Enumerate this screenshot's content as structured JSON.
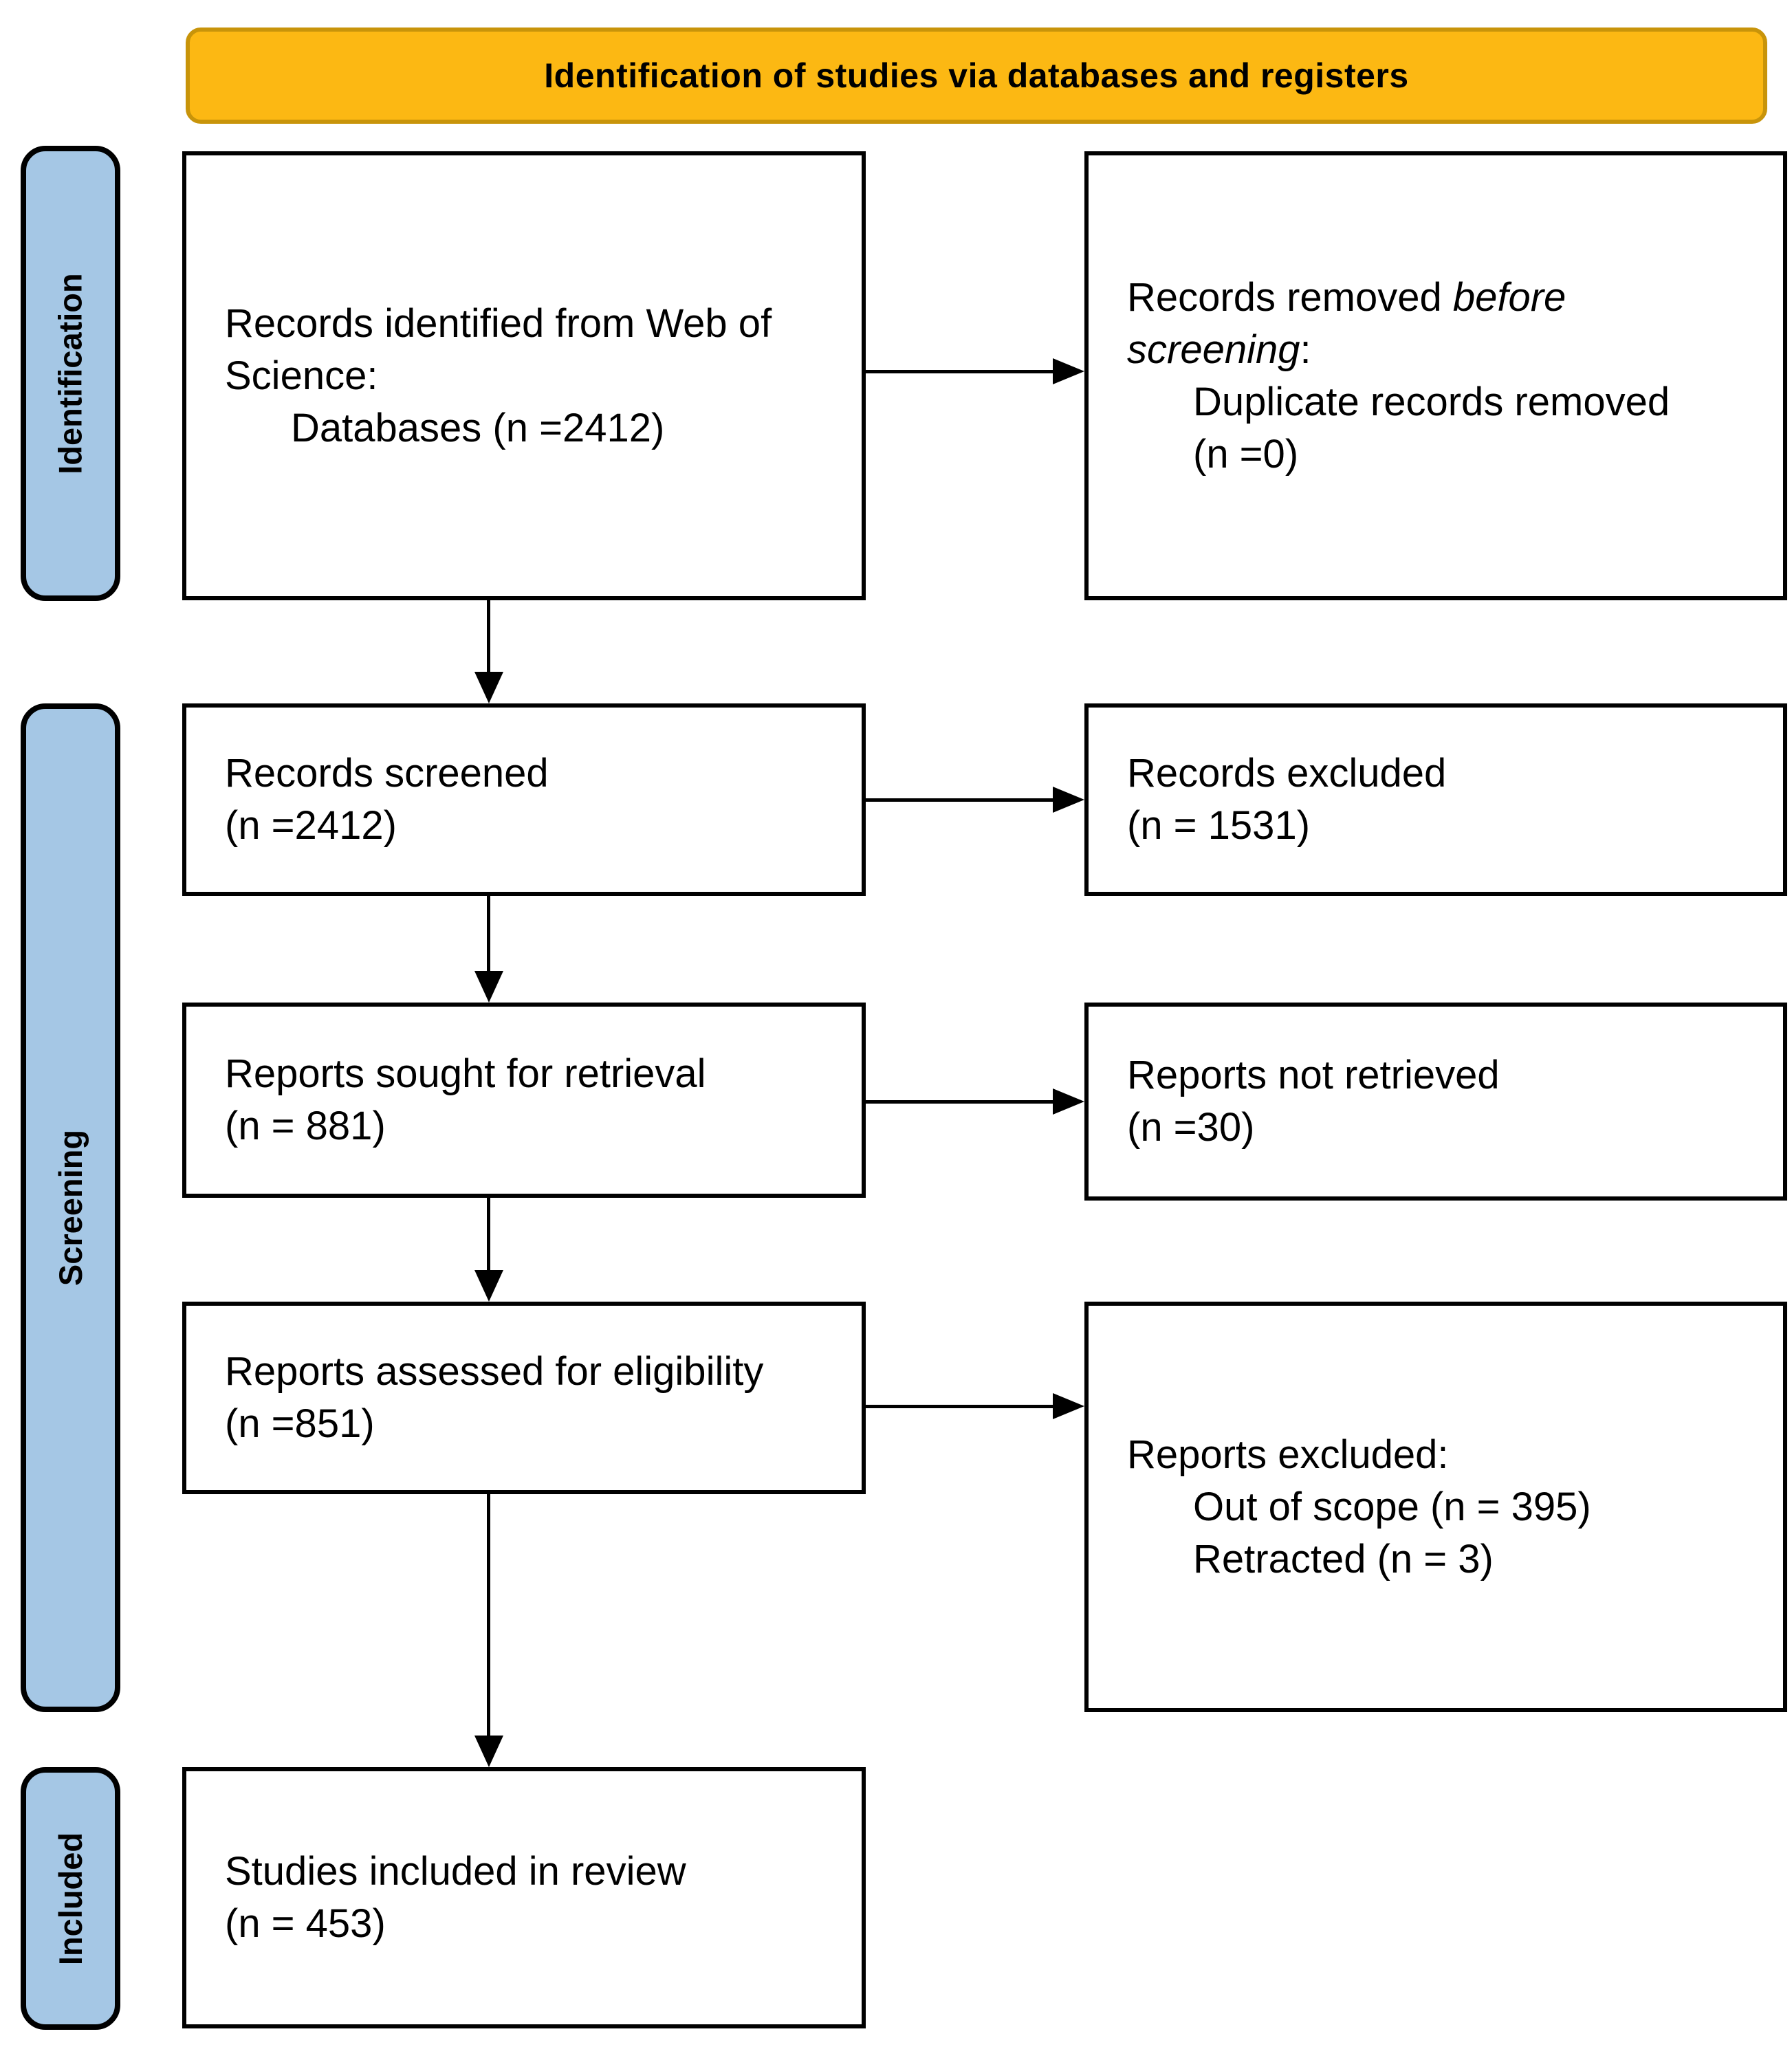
{
  "banner": {
    "title": "Identification of studies via databases and registers"
  },
  "stages": {
    "identification": "Identification",
    "screening": "Screening",
    "included": "Included"
  },
  "boxes": {
    "records_identified": {
      "line1": "Records identified from Web of",
      "line2": "Science:",
      "line3": "Databases (n =2412)"
    },
    "records_removed": {
      "line1_pre": "Records removed ",
      "line1_italic": "before",
      "line2_italic": "screening",
      "line2_post": ":",
      "line3": "Duplicate records removed",
      "line4": "(n =0)"
    },
    "records_screened": {
      "line1": "Records screened",
      "line2": "(n =2412)"
    },
    "records_excluded": {
      "line1": "Records excluded",
      "line2": "(n = 1531)"
    },
    "reports_sought": {
      "line1": "Reports sought for retrieval",
      "line2": "(n = 881)"
    },
    "reports_not_retrieved": {
      "line1": "Reports not retrieved",
      "line2": "(n =30)"
    },
    "reports_assessed": {
      "line1": "Reports assessed for eligibility",
      "line2": "(n =851)"
    },
    "reports_excluded": {
      "line1": "Reports excluded:",
      "line2": "Out of scope (n = 395)",
      "line3": "Retracted (n = 3)"
    },
    "studies_included": {
      "line1": "Studies included in review",
      "line2": "(n = 453)"
    }
  },
  "colors": {
    "banner_fill": "#FCB813",
    "banner_border": "#C8940A",
    "stage_fill": "#A5C7E5",
    "stage_border": "#000000",
    "box_border": "#000000",
    "arrow": "#000000",
    "text": "#000000",
    "background": "#FFFFFF"
  }
}
